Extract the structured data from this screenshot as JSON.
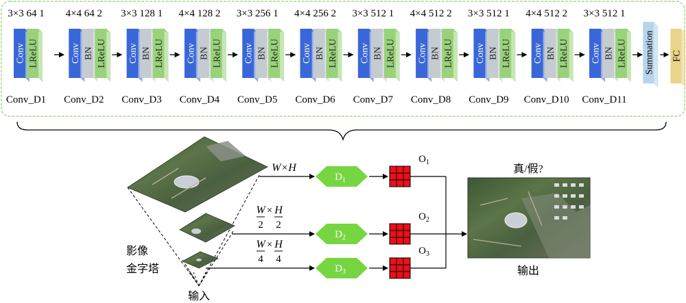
{
  "discriminator": {
    "blocks": [
      {
        "spec": "3×3 64 1",
        "name": "Conv_D1",
        "has_bn": false
      },
      {
        "spec": "4×4 64 2",
        "name": "Conv_D2",
        "has_bn": true
      },
      {
        "spec": "3×3 128 1",
        "name": "Conv_D3",
        "has_bn": true
      },
      {
        "spec": "4×4 128 2",
        "name": "Conv_D4",
        "has_bn": true
      },
      {
        "spec": "3×3 256 1",
        "name": "Conv_D5",
        "has_bn": true
      },
      {
        "spec": "4×4 256 2",
        "name": "Conv_D6",
        "has_bn": true
      },
      {
        "spec": "3×3 512 1",
        "name": "Conv_D7",
        "has_bn": true
      },
      {
        "spec": "4×4 512 2",
        "name": "Conv_D8",
        "has_bn": true
      },
      {
        "spec": "3×3 512 1",
        "name": "Conv_D9",
        "has_bn": true
      },
      {
        "spec": "4×4 512 2",
        "name": "Conv_D10",
        "has_bn": true
      },
      {
        "spec": "3×3 512 1",
        "name": "Conv_D11",
        "has_bn": true
      }
    ],
    "layer_labels": {
      "conv": "Conv",
      "bn": "BN",
      "lrelu": "LReLU"
    },
    "summation_label": "Summation",
    "fc_label": "FC"
  },
  "pipeline": {
    "scale_labels": [
      {
        "type": "plain",
        "text": "W×H"
      },
      {
        "type": "frac",
        "w": "W",
        "x": "×",
        "h": "H",
        "den": "2"
      },
      {
        "type": "frac",
        "w": "W",
        "x": "×",
        "h": "H",
        "den": "4"
      }
    ],
    "discriminators": [
      {
        "base": "D",
        "sub": "1"
      },
      {
        "base": "D",
        "sub": "2"
      },
      {
        "base": "D",
        "sub": "3"
      }
    ],
    "outputs": [
      {
        "base": "O",
        "sub": "1"
      },
      {
        "base": "O",
        "sub": "2"
      },
      {
        "base": "O",
        "sub": "3"
      }
    ],
    "pyramid_label_line1": "影像",
    "pyramid_label_line2": "金字塔",
    "input_label": "输入",
    "output_label": "输出",
    "real_fake_label": "真/假?"
  },
  "colors": {
    "conv": "#3a67d8",
    "bn": "#c4cbd1",
    "lrelu": "#99d27a",
    "summation": "#b7d4ec",
    "fc": "#ead38a",
    "disc": "#76d642",
    "grid": "#e8101a",
    "frame": "#8fd16a"
  }
}
